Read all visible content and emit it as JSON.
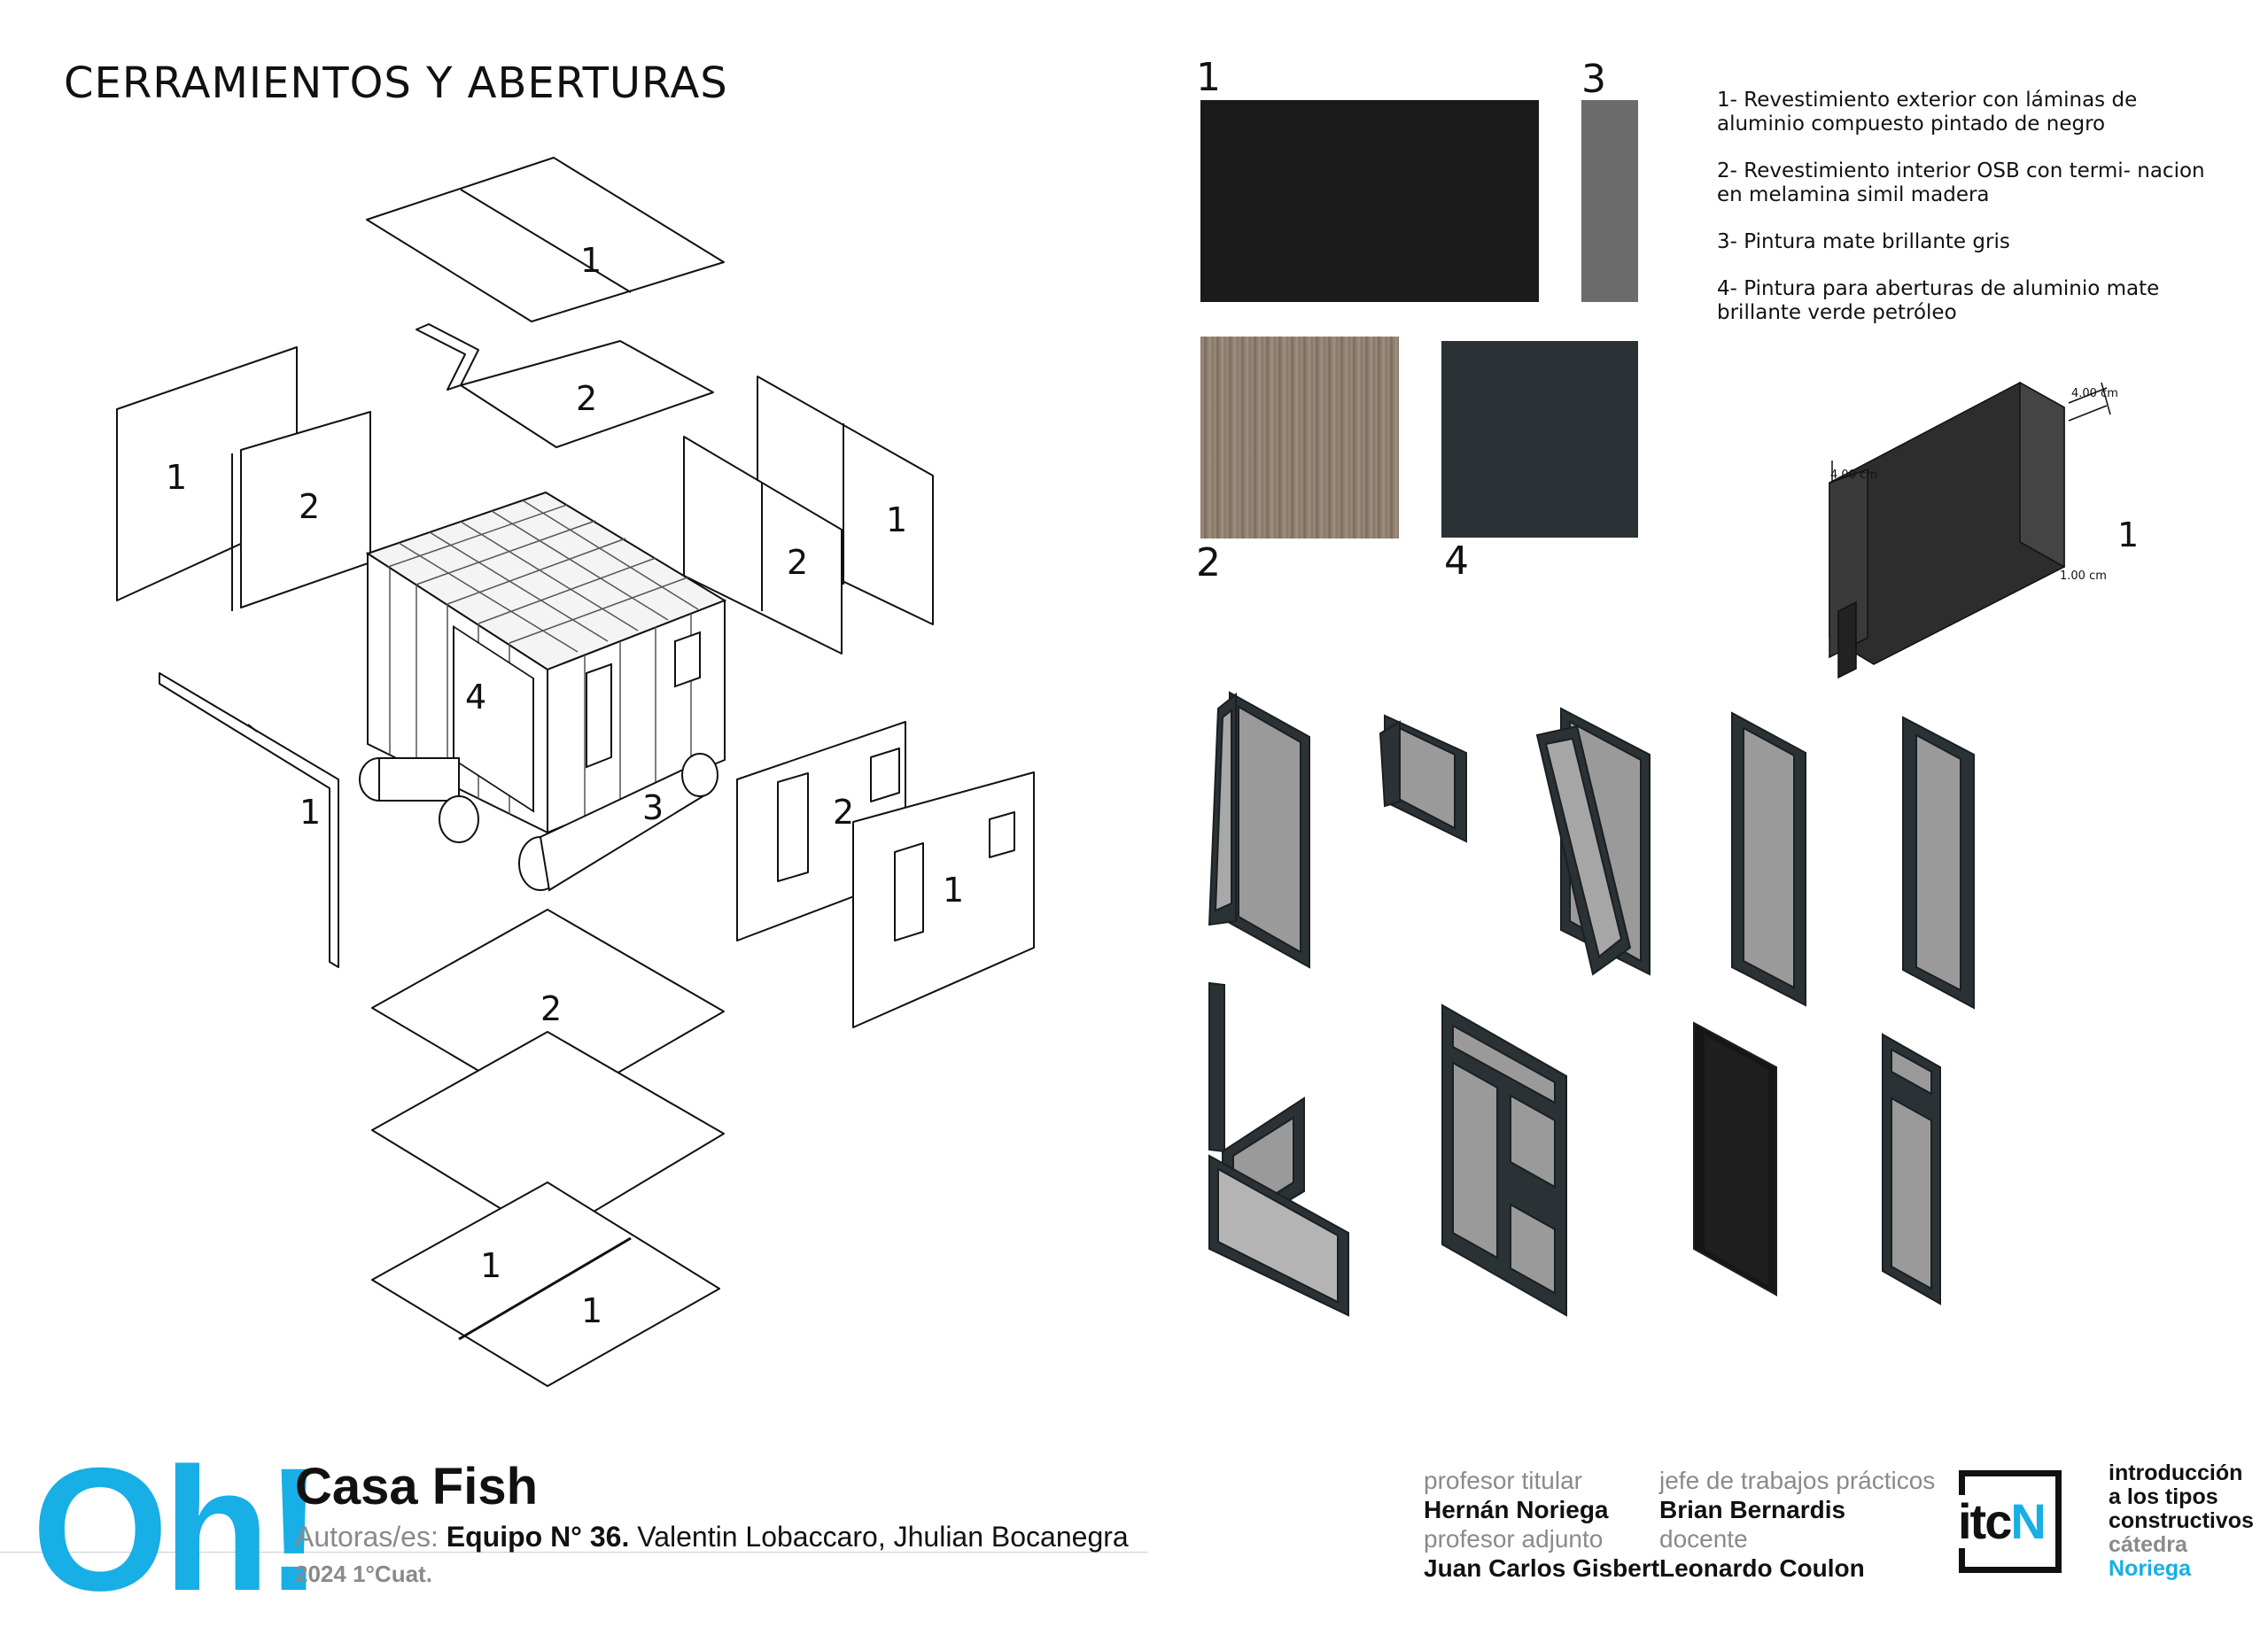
{
  "page": {
    "title": "CERRAMIENTOS Y ABERTURAS"
  },
  "exploded_labels": [
    "1",
    "2",
    "1",
    "2",
    "2",
    "1",
    "4",
    "3",
    "1",
    "2",
    "1",
    "2",
    "1",
    "1"
  ],
  "swatches": [
    {
      "number": "1",
      "color": "#1b1b1b"
    },
    {
      "number": "3",
      "color": "#6b6b6b"
    },
    {
      "number": "2",
      "color": "#8a7a6c"
    },
    {
      "number": "4",
      "color": "#2b3236"
    }
  ],
  "legend": [
    "1- Revestimiento exterior con láminas de aluminio compuesto pintado de negro",
    "2- Revestimiento interior OSB con termi- nacion en melamina simil madera",
    "3- Pintura mate brillante gris",
    "4- Pintura para aberturas de aluminio mate brillante verde  petróleo"
  ],
  "profile_detail": {
    "dim_top": "4.00 cm",
    "dim_left": "4.00 cm",
    "dim_bottom": "1.00 cm",
    "number": "1"
  },
  "footer": {
    "logo": "Oh!",
    "project_title": "Casa Fish",
    "authors_label": "Autoras/es:",
    "team": "Equipo N° 36.",
    "authors": "Valentin Lobaccaro, Jhulian Bocanegra",
    "term": "2024 1°Cuat.",
    "staff": [
      {
        "role": "profesor titular",
        "name": "Hernán Noriega"
      },
      {
        "role": "profesor adjunto",
        "name": "Juan Carlos Gisbert"
      },
      {
        "role": "jefe de trabajos prácticos",
        "name": "Brian Bernardis"
      },
      {
        "role": "docente",
        "name": "Leonardo Coulon"
      }
    ],
    "itcn_logo": {
      "main": "itc",
      "accent": "N"
    },
    "course": [
      "introducción",
      "a los tipos",
      "constructivos"
    ],
    "catedra_label": "cátedra",
    "catedra_name": "Noriega"
  },
  "colors": {
    "brand_blue": "#18aee6",
    "frame_dark": "#2a3236",
    "glass_grey": "#9a9a9a"
  }
}
